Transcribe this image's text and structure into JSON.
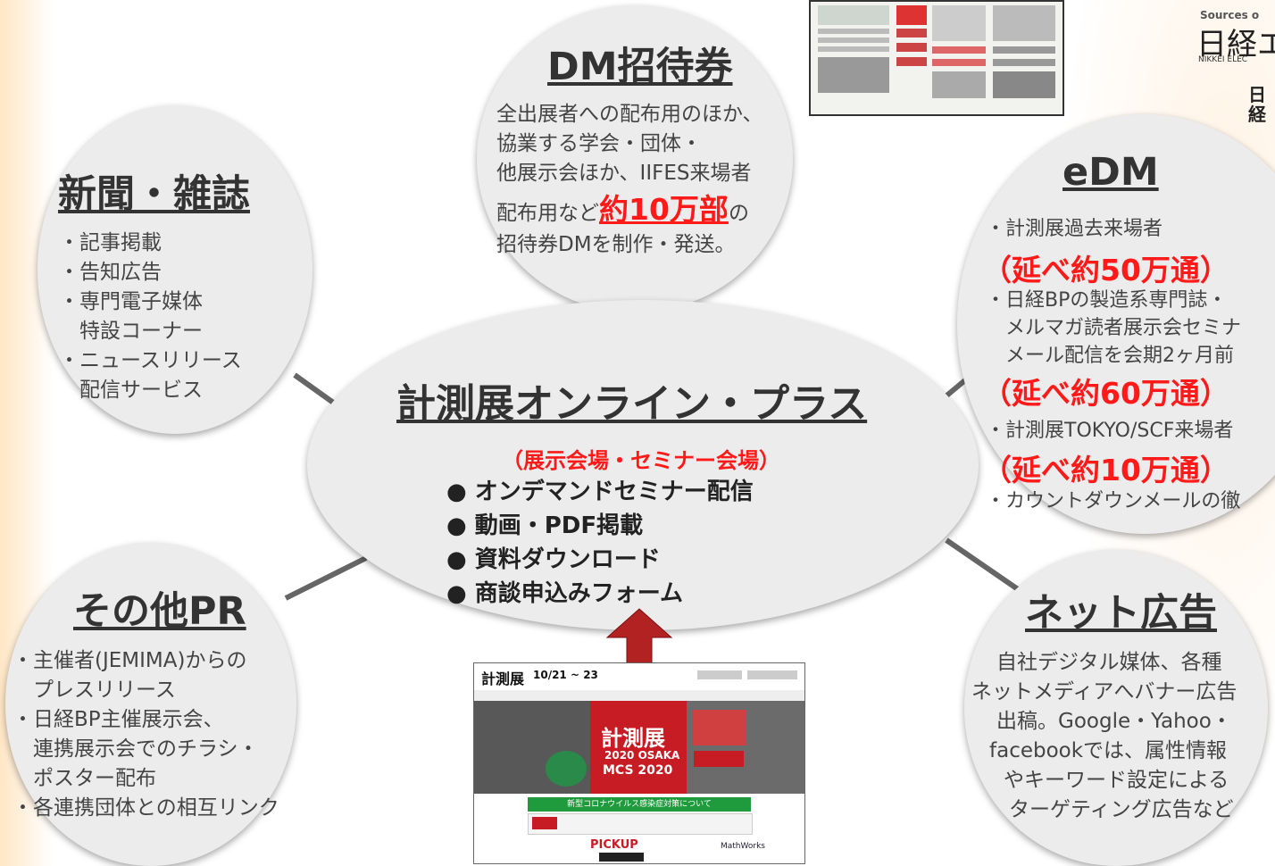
{
  "center": {
    "title": "計測展オンライン・プラス",
    "subtitle": "（展示会場・セミナー会場）",
    "items": [
      "● オンデマンドセミナー配信",
      "● 動画・PDF掲載",
      "● 資料ダウンロード",
      "● 商談申込みフォーム"
    ]
  },
  "dm": {
    "title": "DM招待券",
    "lines": [
      "全出展者への配布用のほか、",
      "協業する学会・団体・",
      "他展示会ほか、IIFES来場者"
    ],
    "line4_pre": "配布用など",
    "line4_highlight": "約10万部",
    "line4_post": "の",
    "line5": "招待券DMを制作・発送。"
  },
  "news": {
    "title": "新聞・雑誌",
    "lines": [
      "・記事掲載",
      "・告知広告",
      "・専門電子媒体",
      "　特設コーナー",
      "・ニュースリリース",
      "　配信サービス"
    ]
  },
  "edm": {
    "title": "eDM",
    "l1": "・計測展過去来場者",
    "r1": "（延べ約50万通）",
    "l2": "・日経BPの製造系専門誌・",
    "l3": "　メルマガ読者展示会セミナ",
    "l4": "　メール配信を会期2ヶ月前",
    "r2": "（延べ約60万通）",
    "l5": "・計測展TOKYO/SCF来場者",
    "r3": "（延べ約10万通）",
    "l6": "・カウントダウンメールの徹"
  },
  "other": {
    "title": "その他PR",
    "lines": [
      "・主催者(JEMIMA)からの",
      "　プレスリリース",
      "・日経BP主催展示会、",
      "　連携展示会でのチラシ・",
      "　ポスター配布",
      "・各連携団体との相互リンク"
    ]
  },
  "net": {
    "title": "ネット広告",
    "lines": [
      "自社デジタル媒体、各種",
      "ネットメディアへバナー広告",
      "出稿。Google・Yahoo・",
      "facebookでは、属性情報",
      "やキーワード設定による",
      "ターゲティング広告など"
    ]
  },
  "logo": {
    "top": "Sources o",
    "main": "日経エ",
    "sub": "NIKKEI ELEC",
    "small1": "日",
    "small2": "経"
  },
  "website": {
    "header": "計測展",
    "dates": "10/21 ~ 23",
    "hero1": "計測展",
    "hero2": "2020 OSAKA",
    "hero3": "MCS 2020",
    "banner": "新型コロナウイルス感染症対策について",
    "pickup": "PICKUP",
    "sponsor": "MathWorks"
  },
  "colors": {
    "highlight": "#ff1a1a",
    "bubble": "#ececec",
    "arrow": "#b22222"
  }
}
